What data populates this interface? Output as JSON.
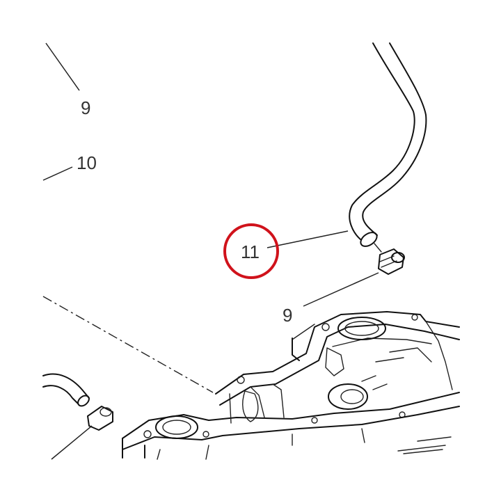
{
  "callouts": {
    "top_left_9": "9",
    "left_10": "10",
    "hose_11": "11",
    "clamp_9": "9"
  },
  "highlight": {
    "label": "11",
    "color": "#d0121b"
  }
}
